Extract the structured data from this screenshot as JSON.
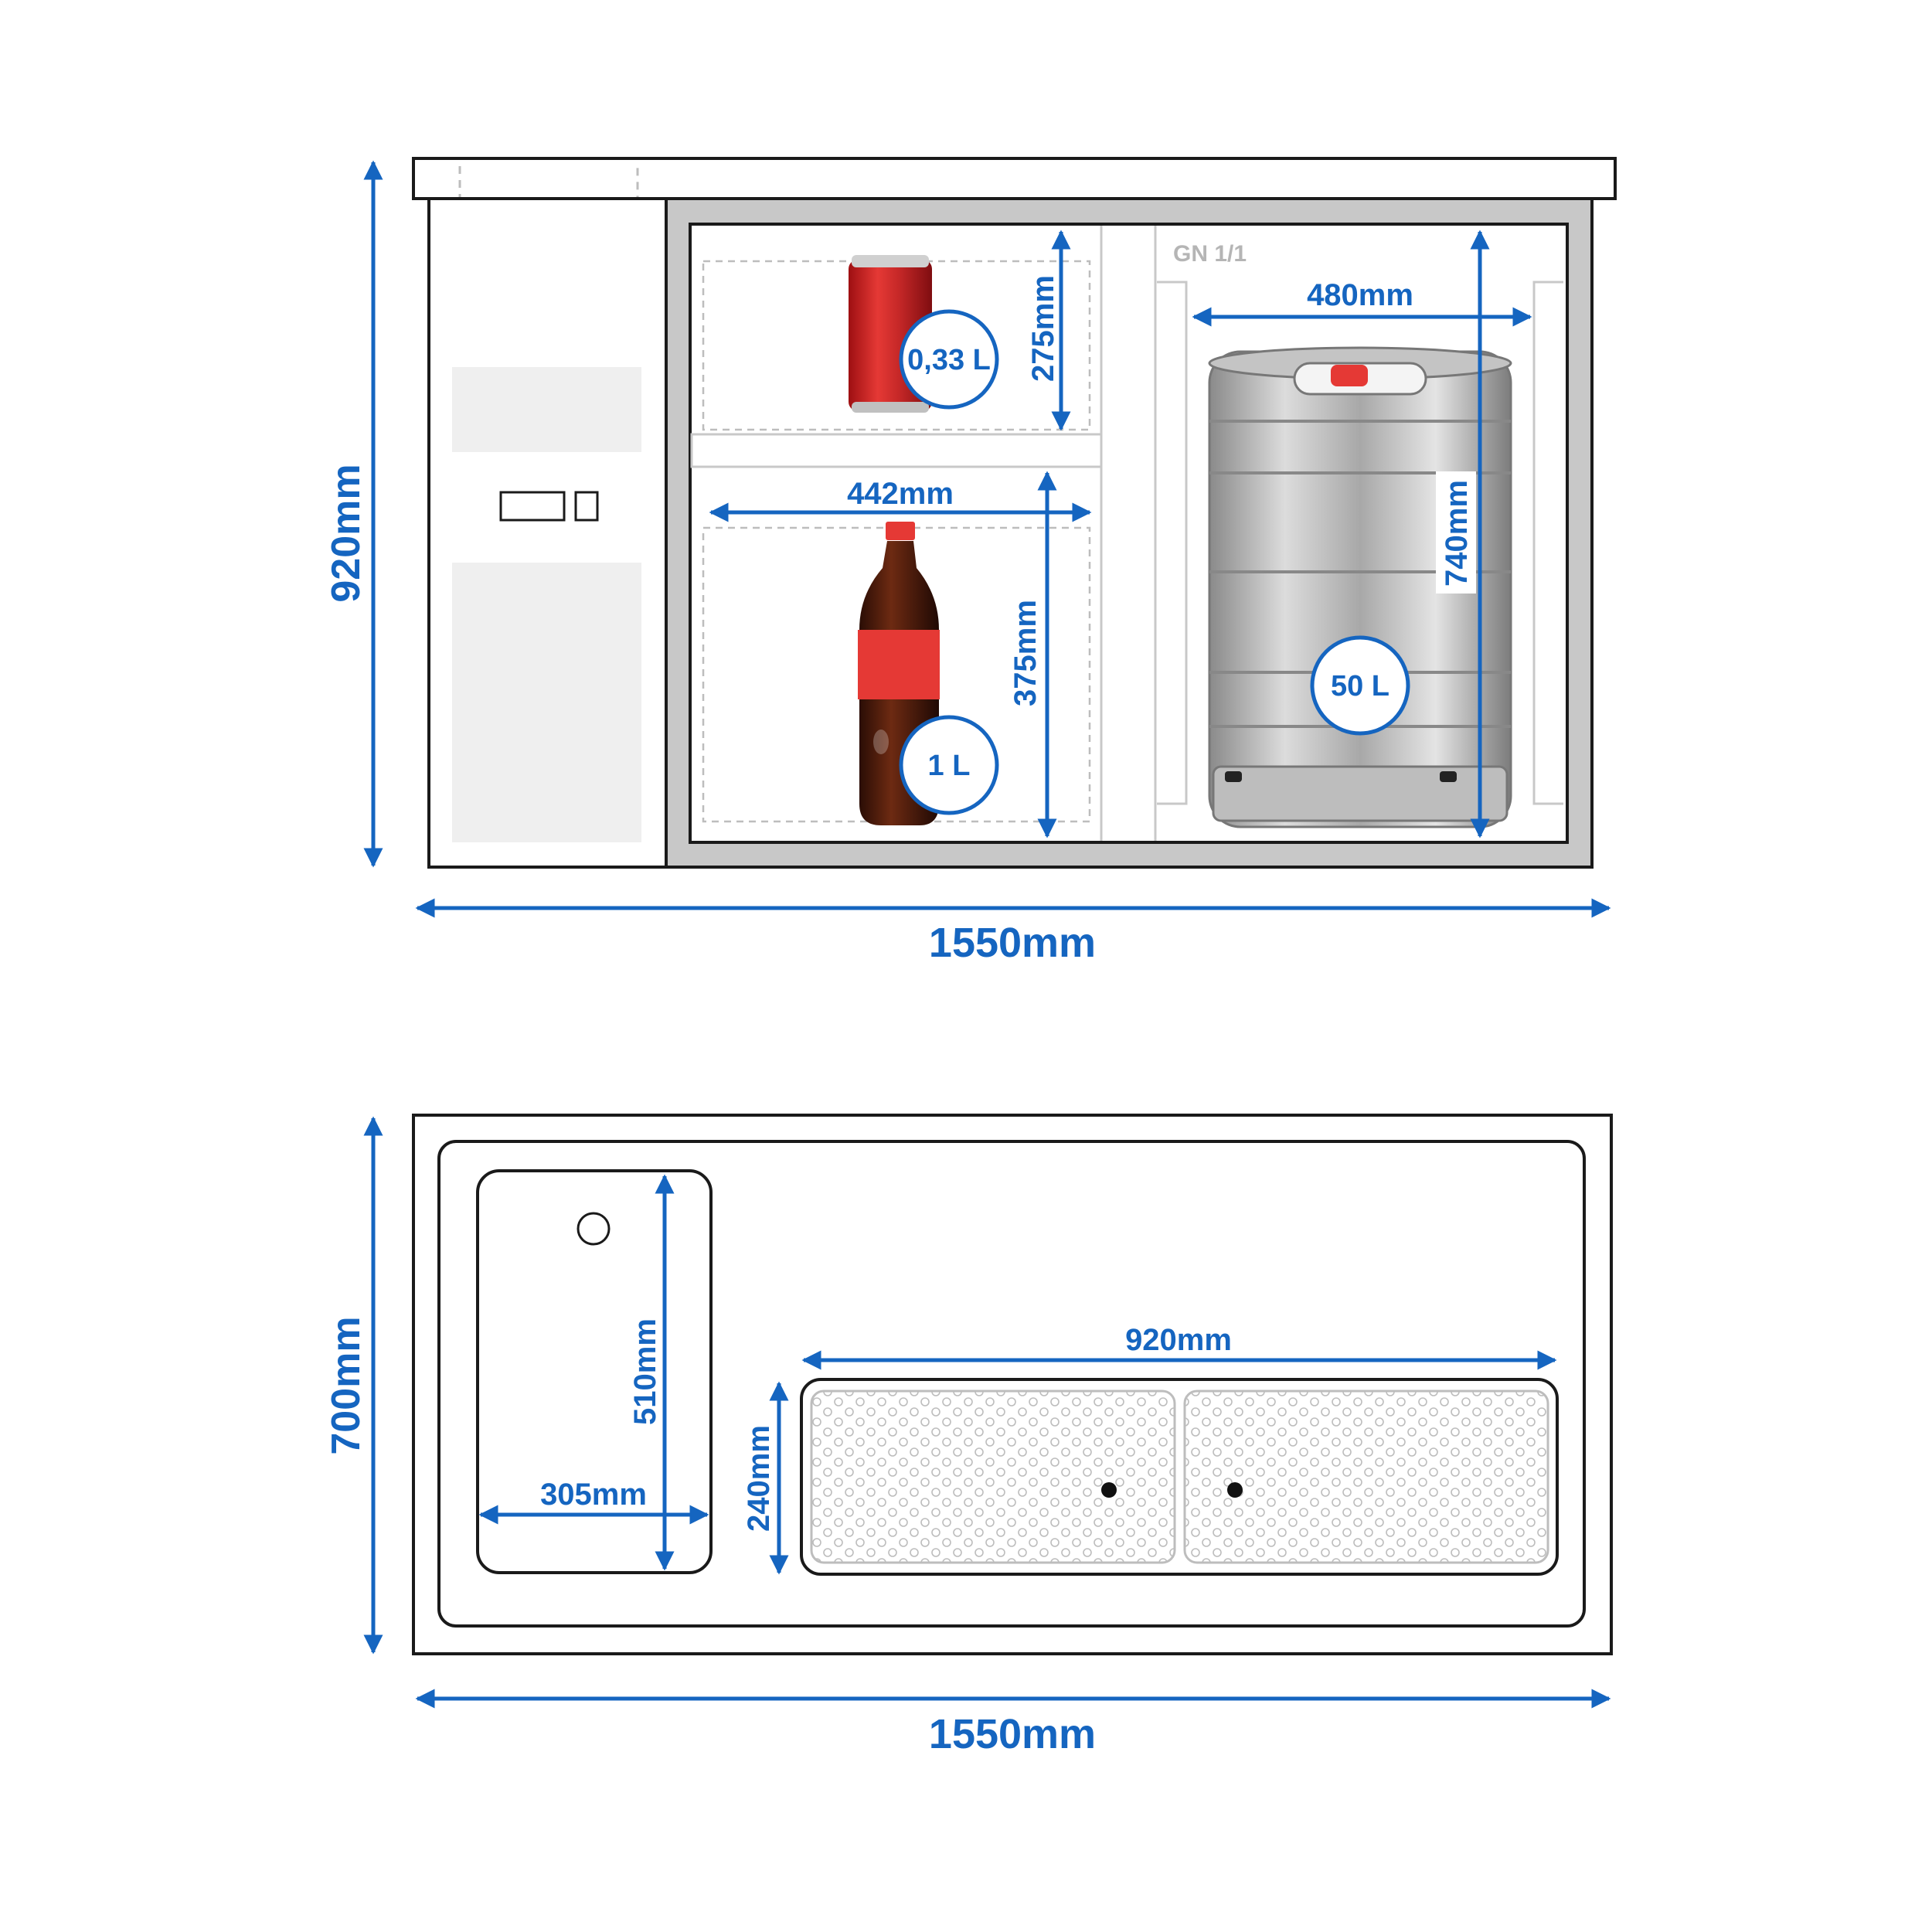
{
  "front_view": {
    "height_label": "920mm",
    "width_label": "1550mm",
    "upper_shelf_height": "275mm",
    "lower_shelf_height": "375mm",
    "compartment_width": "442mm",
    "keg_width": "480mm",
    "keg_height": "740mm",
    "gn_label": "GN 1/1",
    "can_volume": "0,33 L",
    "bottle_volume": "1 L",
    "keg_volume": "50 L"
  },
  "top_view": {
    "depth_label": "700mm",
    "width_label": "1550mm",
    "sink_length": "510mm",
    "sink_width": "305mm",
    "drip_tray_length": "920mm",
    "drip_tray_width": "240mm"
  },
  "colors": {
    "dimension_blue": "#1565c0",
    "outline": "#1a1a1a",
    "panel_gray": "#c8c8c8"
  }
}
